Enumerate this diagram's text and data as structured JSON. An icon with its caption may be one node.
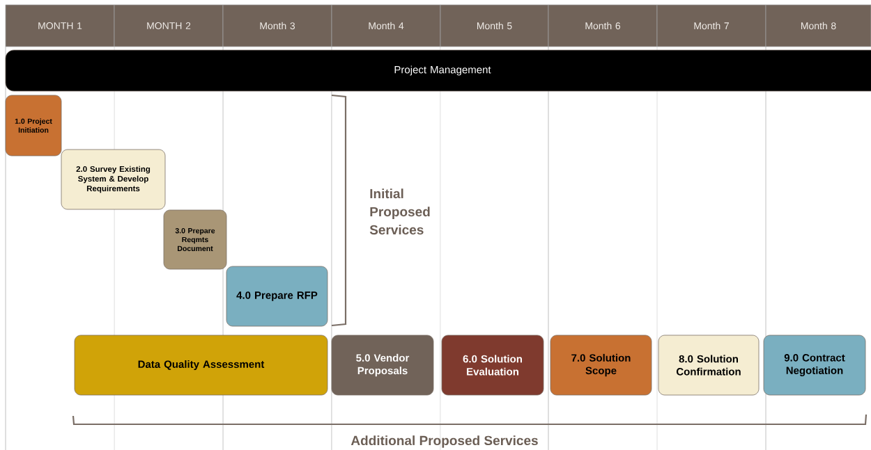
{
  "diagram": {
    "nodes": [
      {
        "text": [
          "MONTH 1"
        ]
      },
      {
        "text": [
          "MONTH 2"
        ]
      },
      {
        "text": [
          "Month 3"
        ]
      },
      {
        "text": [
          "Month 4"
        ]
      },
      {
        "text": [
          "Month 5"
        ]
      },
      {
        "text": [
          "Month 6"
        ]
      },
      {
        "text": [
          "Month 7"
        ]
      },
      {
        "text": [
          "Month 8"
        ]
      },
      {
        "text": [
          "Project Management"
        ]
      },
      {
        "text": [
          "1.0 Project Initiation"
        ]
      },
      {
        "text": [
          "2.0 Survey Existing System & Develop Requirements"
        ]
      },
      {
        "text": [
          "3.0 Prepare Reqmts Document"
        ]
      },
      {
        "text": [
          "4.0 Prepare RFP"
        ]
      },
      {
        "text": [
          "Data Quality Assessment"
        ]
      },
      {
        "text": [
          "5.0 Vendor Proposals"
        ]
      },
      {
        "text": [
          "6.0 Solution Evaluation"
        ]
      },
      {
        "text": [
          "7.0 Solution Scope"
        ]
      },
      {
        "text": [
          "8.0 Solution Confirmation"
        ]
      },
      {
        "text": [
          "9.0 Contract Negotiation"
        ]
      }
    ],
    "labels": [
      "Initial Proposed Services",
      "Additional Proposed Services"
    ]
  }
}
